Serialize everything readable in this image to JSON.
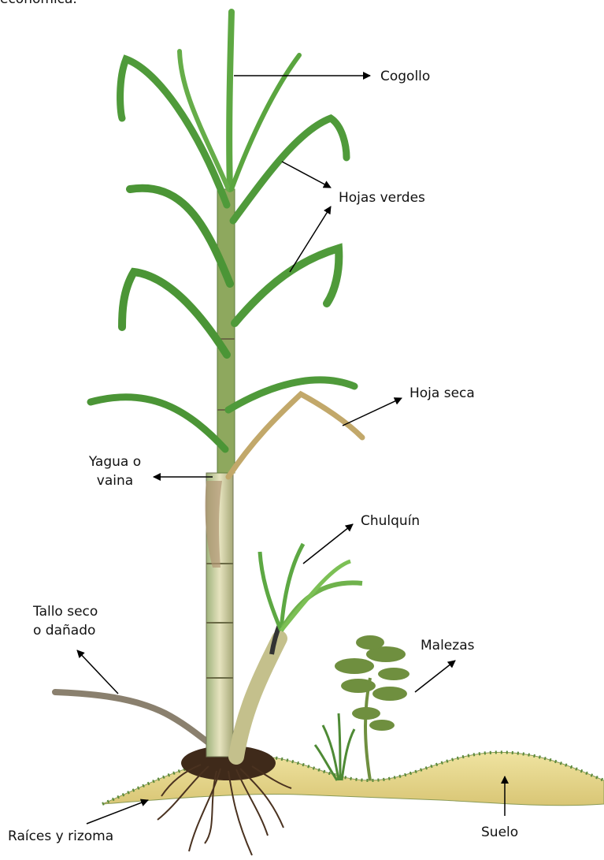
{
  "top_text": "económica.",
  "labels": {
    "cogollo": "Cogollo",
    "hojas_verdes": "Hojas verdes",
    "hoja_seca": "Hoja seca",
    "yagua_1": "Yagua o",
    "yagua_2": "vaina",
    "chulquin": "Chulquín",
    "tallo_seco_1": "Tallo seco",
    "tallo_seco_2": "o dañado",
    "malezas": "Malezas",
    "suelo": "Suelo",
    "raices": "Raíces y rizoma"
  },
  "colors": {
    "leaf_green": "#4f9a3a",
    "leaf_light": "#8cc063",
    "stalk": "#c9c79a",
    "dry_leaf": "#c2a86a",
    "soil": "#e8d98a",
    "roots": "#4a3220",
    "weed": "#6f8f3f",
    "arrow": "#000000"
  }
}
